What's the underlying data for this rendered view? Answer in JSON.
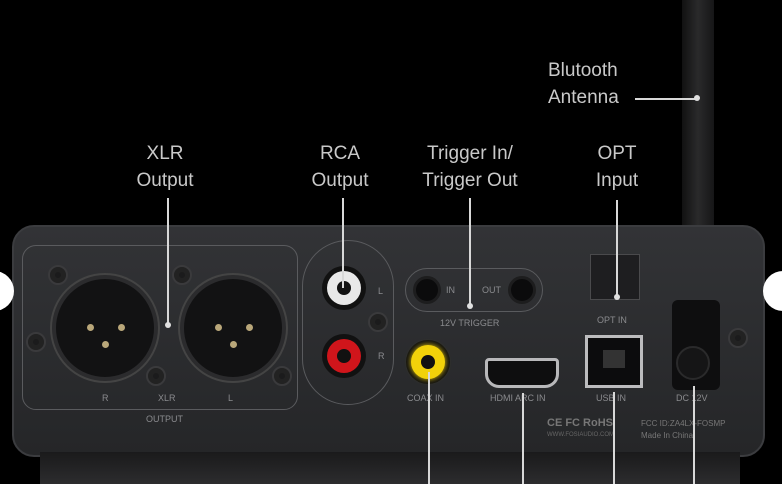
{
  "callouts": {
    "antenna": [
      "Blutooth",
      "Antenna"
    ],
    "xlr": [
      "XLR",
      "Output"
    ],
    "rca": [
      "RCA",
      "Output"
    ],
    "trigger": [
      "Trigger In/",
      "Trigger Out"
    ],
    "opt": [
      "OPT",
      "Input"
    ]
  },
  "panel_labels": {
    "r": "R",
    "xlr": "XLR",
    "l": "L",
    "output": "OUTPUT",
    "rca_l": "L",
    "rca_r": "R",
    "trig_in": "IN",
    "trig_out": "OUT",
    "trigger": "12V TRIGGER",
    "opt_in": "OPT IN",
    "coax_in": "COAX IN",
    "hdmi": "HDMI ARC IN",
    "usb": "USB IN",
    "dc": "DC 12V",
    "certs": "CE FC RoHS",
    "website": "WWW.FOSIAUDIO.COM",
    "fcc": "FCC ID:ZA4LX-FOSMP",
    "made": "Made In China"
  },
  "colors": {
    "rca_left": "#e8e8e8",
    "rca_right": "#d0151b",
    "coax": "#f2d20a"
  }
}
